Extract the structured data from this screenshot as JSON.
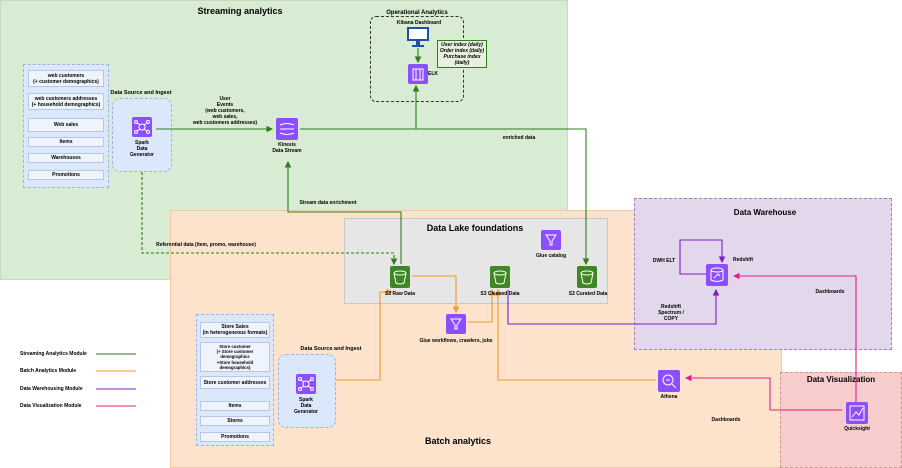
{
  "regions": {
    "streaming": "Streaming analytics",
    "batch": "Batch analytics",
    "data_lake": "Data Lake foundations",
    "warehouse": "Data Warehouse",
    "visualization": "Data Visualization",
    "operational": "Operational Analytics"
  },
  "source_top": {
    "title": "Data Source and Ingest",
    "items": [
      "web customers\n(+ customer demographics)",
      "web customers addresses\n(+ household demographics)",
      "Web sales",
      "Items",
      "Warehouses",
      "Promotions"
    ],
    "generator": "Spark\nData\nGenerator"
  },
  "source_bottom": {
    "title": "Data Source and Ingest",
    "items": [
      "Store Sales\n(in heterogeneous formats)",
      "Store customer\n(+ Store customer\ndemographics\n+Store household\ndemographics)",
      "Store customer addresses",
      "Items",
      "Stores",
      "Promotions"
    ],
    "generator": "Spark\nData\nGenerator"
  },
  "nodes": {
    "kibana": "Kibana Dashboard",
    "elk": "ELK",
    "index_note": "User index (daily)\nOrder index (daily)\nPurchase index\n(daily)",
    "kinesis": "Kinesis\nData Stream",
    "glue_catalog": "Glue catalog",
    "s3_raw": "S3 Raw Data",
    "s3_cleaned": "S3 Cleaned Data",
    "s3_curated": "S3 Curated Data",
    "glue_workflows": "Glue workflows, crawlers, jobs",
    "redshift": "Redshift",
    "athena": "Athena",
    "quicksight": "Quicksight"
  },
  "edge_labels": {
    "user_events": "User\nEvents\n(web customers,\nweb sales,\nweb customers addresses)",
    "enriched": "enriched data",
    "stream_enrichment": "Stream data enrichment",
    "referential": "Referential data (item, promo, warehouse)",
    "dwh_elt": "DWH ELT",
    "spectrum": "Redshift\nSpectrum /\nCOPY",
    "dashboards_1": "Dashboards",
    "dashboards_2": "Dashboards"
  },
  "legend": [
    {
      "label": "Streaming Analytics Module",
      "color": "#2e7d1c"
    },
    {
      "label": "Batch Analytics Module",
      "color": "#f59a23"
    },
    {
      "label": "Data Warehousing Module",
      "color": "#7b1fc9"
    },
    {
      "label": "Data Visualization Module",
      "color": "#e61e8c"
    }
  ],
  "colors": {
    "streaming_bg": "#d7ecd2",
    "batch_bg": "#fde3cc",
    "lake_bg": "#e6e6e6",
    "warehouse_bg": "#e3d7ec",
    "viz_bg": "#f6cccc",
    "source_bg": "#dbe7fa",
    "green_line": "#2e7d1c",
    "orange_line": "#f59a23",
    "purple_line": "#7b1fc9",
    "pink_line": "#e61e8c",
    "s3_green": "#3f8624",
    "analytics_purple": "#8c4fff",
    "monitor_blue": "#1f4fa8"
  }
}
